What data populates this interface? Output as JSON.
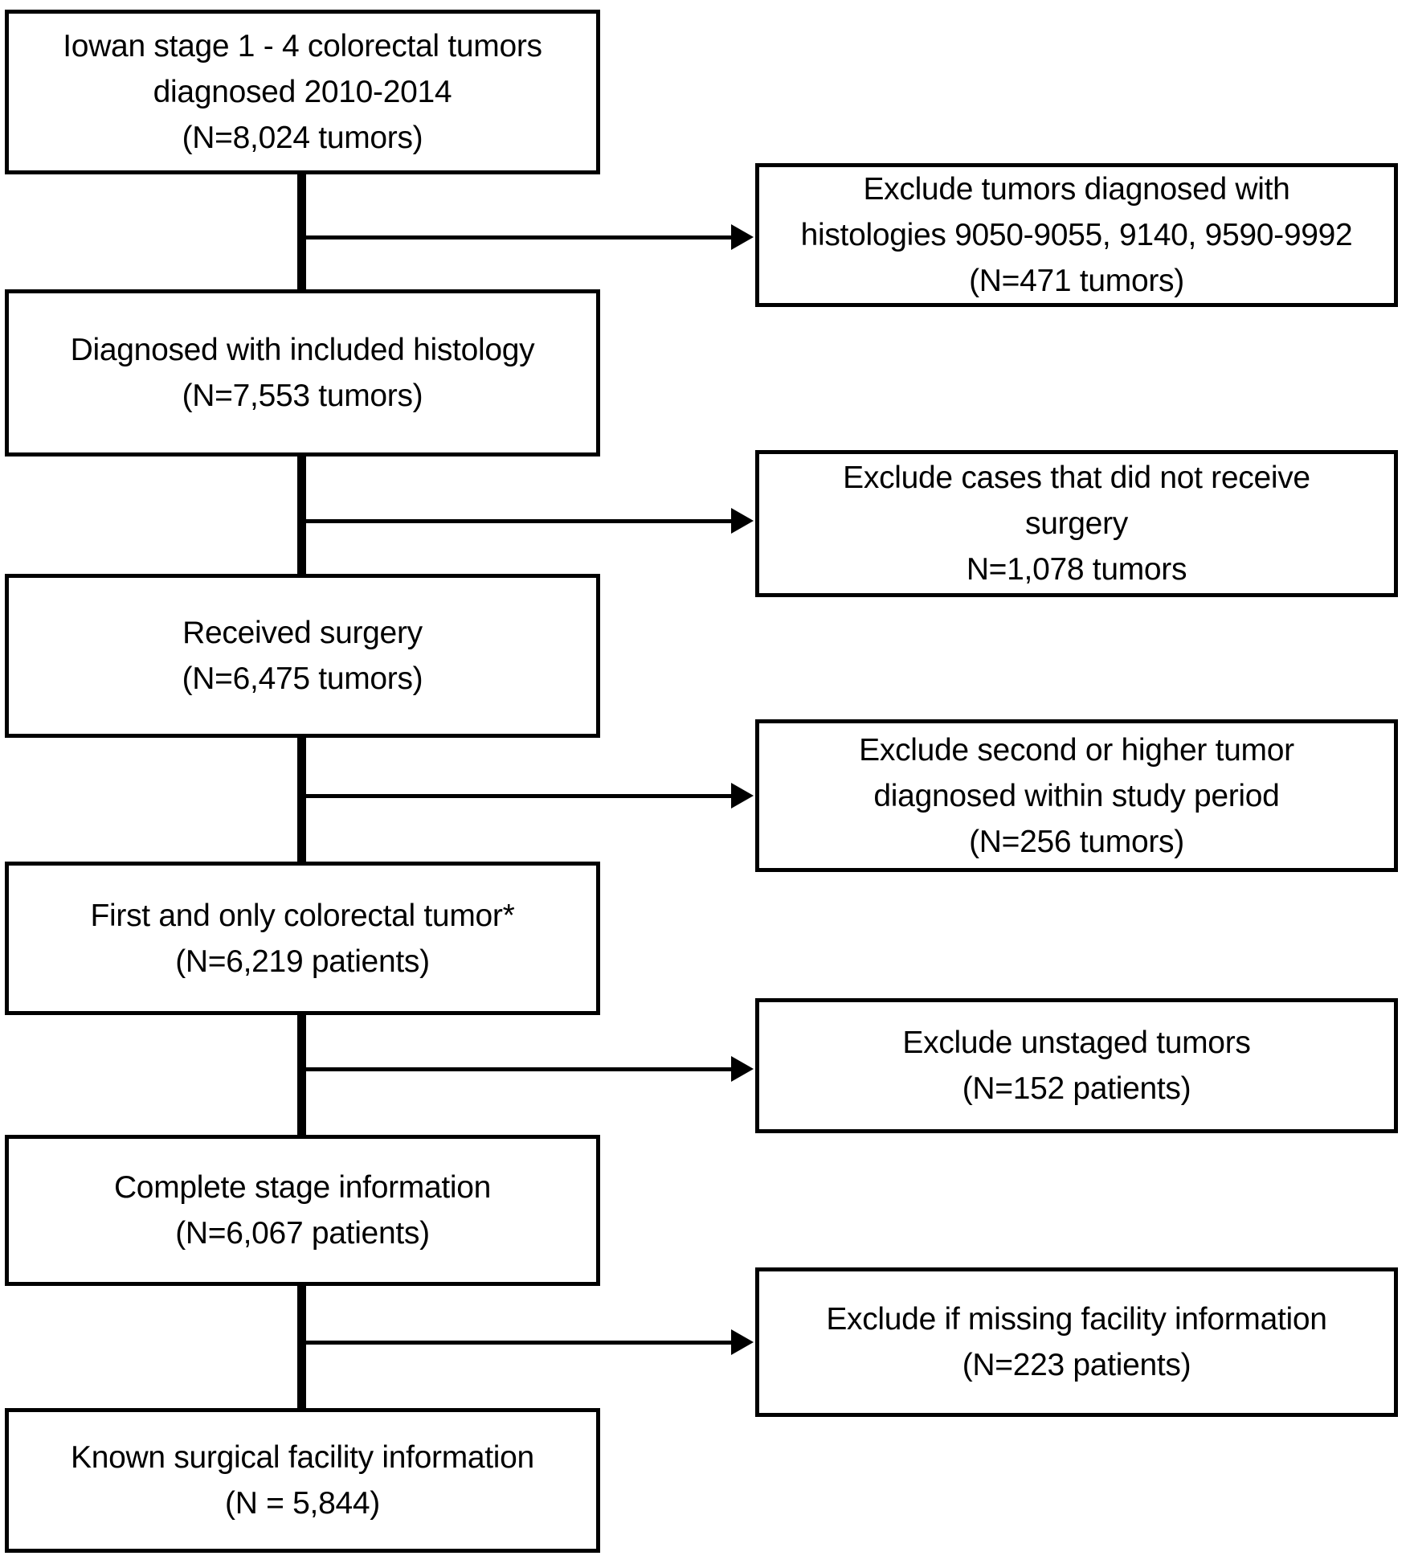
{
  "flow": {
    "steps": [
      {
        "lines": [
          "Iowan stage 1 - 4 colorectal tumors",
          "diagnosed 2010-2014",
          "(N=8,024 tumors)"
        ]
      },
      {
        "lines": [
          "Diagnosed with included histology",
          "(N=7,553 tumors)"
        ]
      },
      {
        "lines": [
          "Received surgery",
          "(N=6,475 tumors)"
        ]
      },
      {
        "lines": [
          "First and only colorectal tumor*",
          "(N=6,219 patients)"
        ]
      },
      {
        "lines": [
          "Complete stage information",
          "(N=6,067 patients)"
        ]
      },
      {
        "lines": [
          "Known surgical facility information",
          "(N = 5,844)"
        ]
      }
    ],
    "exclusions": [
      {
        "lines": [
          "Exclude tumors diagnosed with",
          "histologies 9050-9055, 9140, 9590-9992",
          "(N=471 tumors)"
        ]
      },
      {
        "lines": [
          "Exclude cases that did not receive",
          "surgery",
          "N=1,078 tumors"
        ]
      },
      {
        "lines": [
          "Exclude second or higher tumor",
          "diagnosed within study period",
          "(N=256 tumors)"
        ]
      },
      {
        "lines": [
          "Exclude unstaged tumors",
          "(N=152 patients)"
        ]
      },
      {
        "lines": [
          "Exclude if missing facility information",
          "(N=223 patients)"
        ]
      }
    ]
  },
  "colors": {
    "line": "#000000",
    "text": "#000000",
    "background": "#ffffff"
  }
}
